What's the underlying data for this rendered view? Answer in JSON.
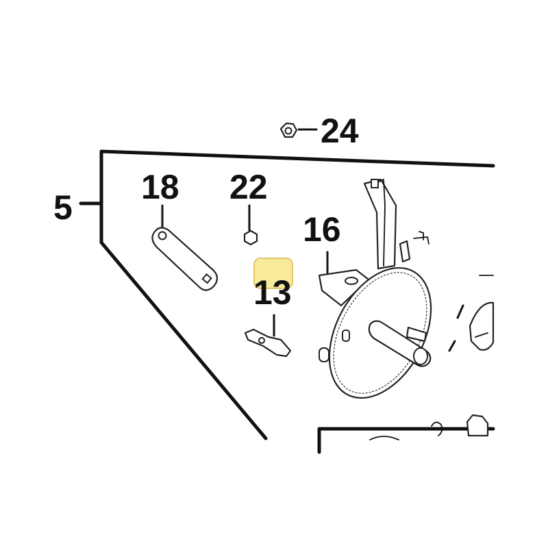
{
  "diagram": {
    "callouts": {
      "c24": "24",
      "c5": "5",
      "c18": "18",
      "c22": "22",
      "c16": "16",
      "c13": "13"
    },
    "highlight_color": "#f5e37a"
  }
}
